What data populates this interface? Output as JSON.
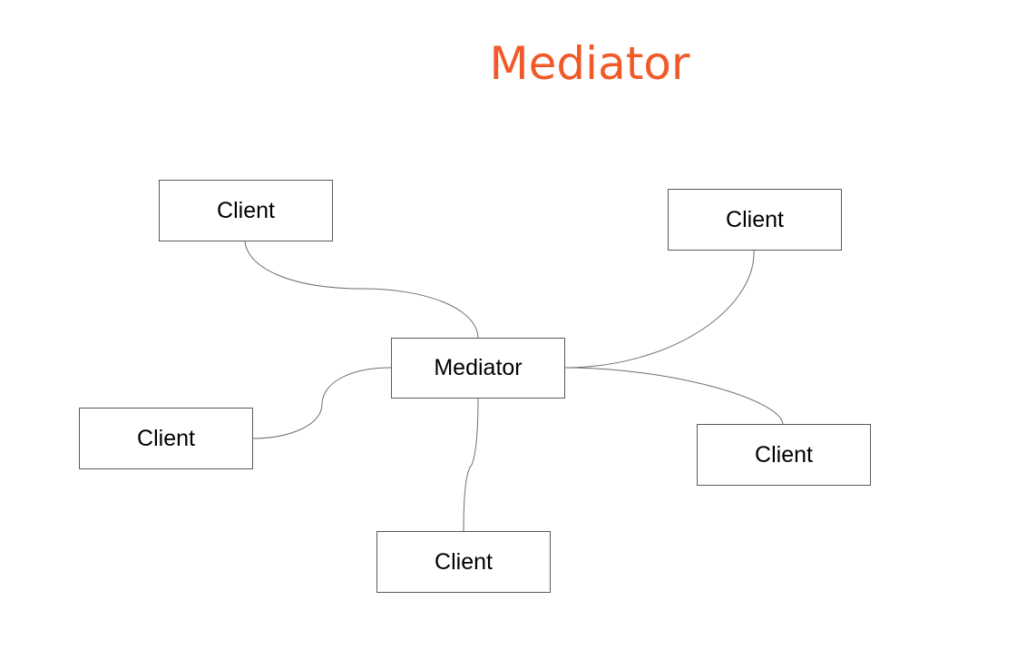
{
  "title": "Mediator",
  "colors": {
    "title": "#f05a28",
    "connector": "#6e6e6e",
    "box_border": "#595959"
  },
  "center": {
    "label": "Mediator"
  },
  "clients": [
    {
      "label": "Client"
    },
    {
      "label": "Client"
    },
    {
      "label": "Client"
    },
    {
      "label": "Client"
    },
    {
      "label": "Client"
    }
  ]
}
